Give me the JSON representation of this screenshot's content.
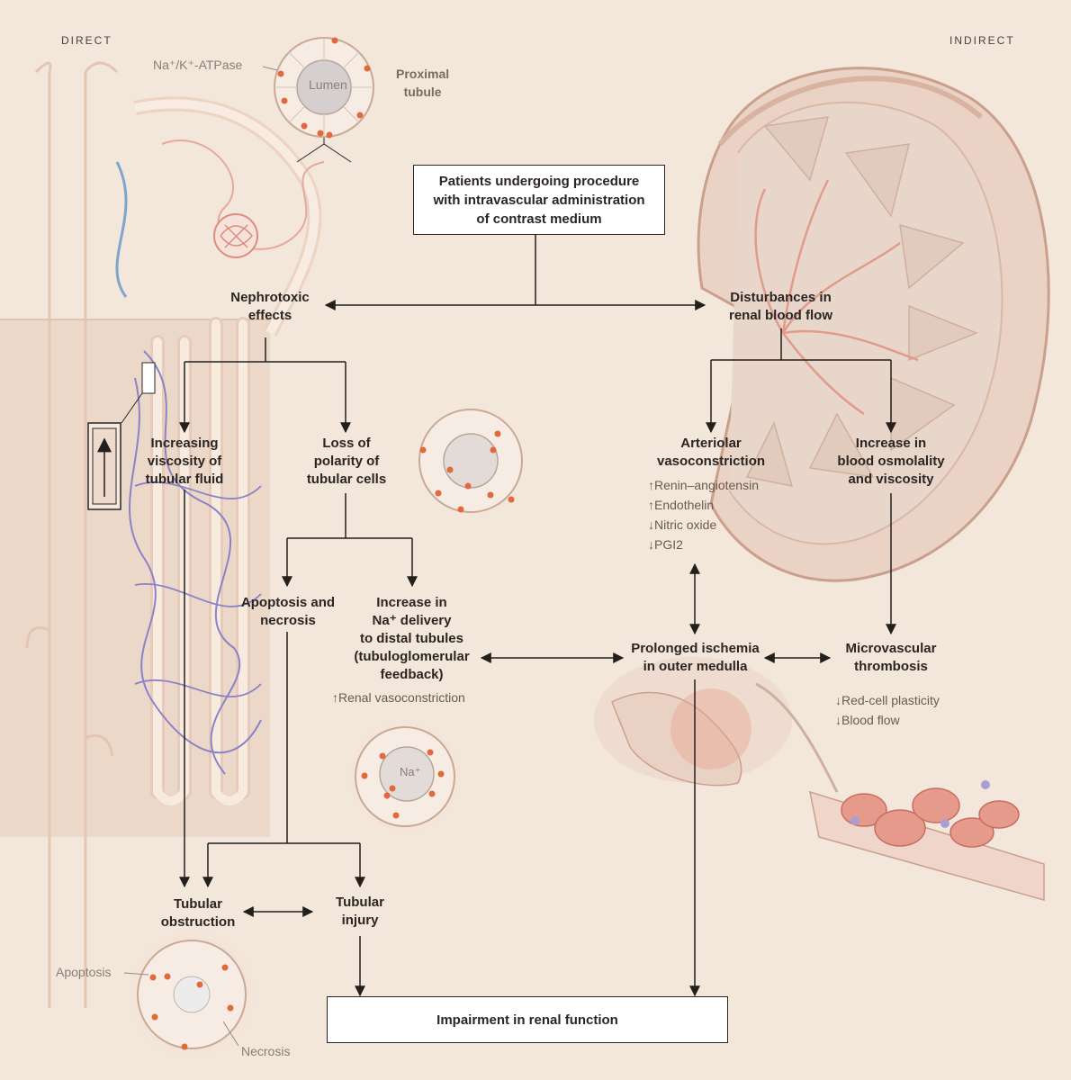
{
  "sides": {
    "direct": "DIRECT",
    "indirect": "INDIRECT"
  },
  "labels": {
    "atpase": "Na⁺/K⁺-ATPase",
    "lumen": "Lumen",
    "proximal": "Proximal\ntubule",
    "na_cell": "Na⁺",
    "apoptosis": "Apoptosis",
    "necrosis": "Necrosis"
  },
  "nodes": {
    "start": "Patients undergoing procedure\nwith intravascular administration\nof contrast medium",
    "nephrotoxic": "Nephrotoxic\neffects",
    "disturbances": "Disturbances in\nrenal blood flow",
    "viscosity": "Increasing\nviscosity of\ntubular fluid",
    "polarity": "Loss of\npolarity of\ntubular cells",
    "apoptosis_necrosis": "Apoptosis and\nnecrosis",
    "na_delivery": "Increase in\nNa⁺ delivery\nto distal tubules\n(tubuloglomerular\nfeedback)",
    "arteriolar": "Arteriolar\nvasoconstriction",
    "osmolality": "Increase in\nblood osmolality\nand viscosity",
    "ischemia": "Prolonged ischemia\nin outer medulla",
    "thrombosis": "Microvascular\nthrombosis",
    "obstruction": "Tubular\nobstruction",
    "injury": "Tubular\ninjury",
    "impairment": "Impairment in renal function"
  },
  "subnotes": {
    "arteriolar": "↑Renin–angiotensin\n↑Endothelin\n↓Nitric oxide\n↓PGI2",
    "na_delivery": "↑Renal vasoconstriction",
    "thrombosis": "↓Red-cell plasticity\n↓Blood flow"
  }
}
